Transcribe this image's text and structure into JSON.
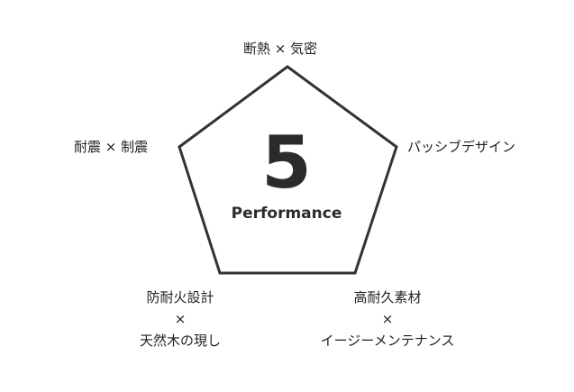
{
  "center": {
    "number": "5",
    "caption": "Performance"
  },
  "labels": {
    "top": "断熱 × 気密",
    "left": "耐震 × 制震",
    "right": "パッシブデザイン",
    "bottom_left": {
      "line1": "防耐火設計",
      "line2": "×",
      "line3": "天然木の現し"
    },
    "bottom_right": {
      "line1": "高耐久素材",
      "line2": "×",
      "line3": "イージーメンテナンス"
    }
  },
  "colors": {
    "stroke": "#333333",
    "text": "#222222"
  }
}
